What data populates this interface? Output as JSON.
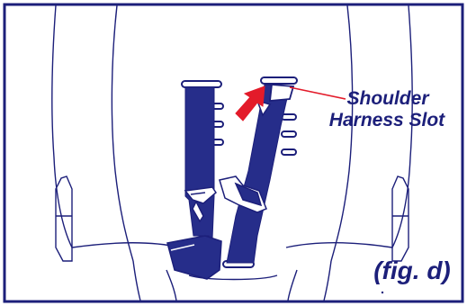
{
  "callout": {
    "line1": "Shoulder",
    "line2": "Harness Slot"
  },
  "caption": "(fig. d)",
  "colors": {
    "outline": "#1c1f7a",
    "strap": "#262d8a",
    "arrow": "#e31b2a",
    "background": "#ffffff"
  }
}
